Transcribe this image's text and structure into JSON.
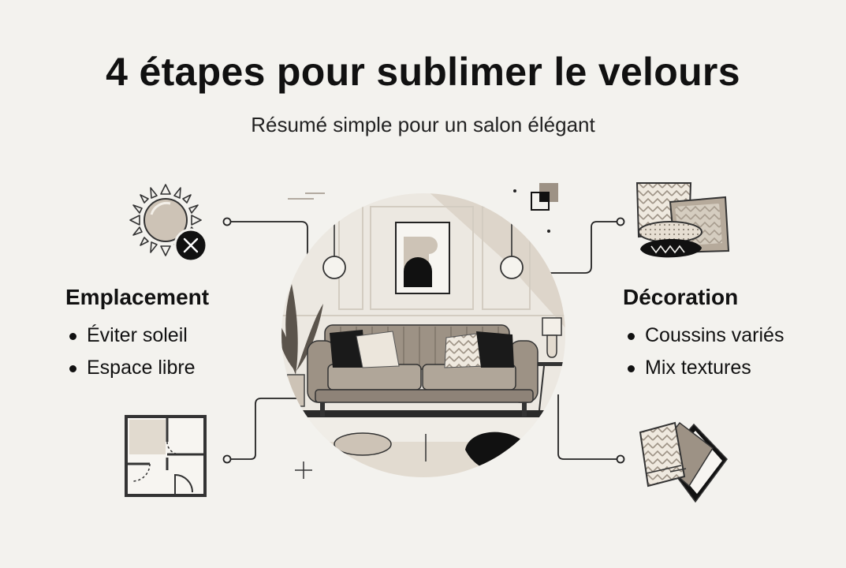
{
  "title": "4 étapes pour sublimer le velours",
  "subtitle": "Résumé simple pour un salon élégant",
  "left": {
    "heading": "Emplacement",
    "bullets": [
      "Éviter soleil",
      "Espace libre"
    ]
  },
  "right": {
    "heading": "Décoration",
    "bullets": [
      "Coussins variés",
      "Mix textures"
    ]
  },
  "colors": {
    "background": "#f3f2ee",
    "beige": "#cdc3b6",
    "taupe": "#9d9285",
    "ink": "#111111"
  },
  "icons": [
    "sun-icon",
    "close-icon",
    "floor-plan-icon",
    "cushions-icon",
    "fabric-swatches-icon"
  ]
}
